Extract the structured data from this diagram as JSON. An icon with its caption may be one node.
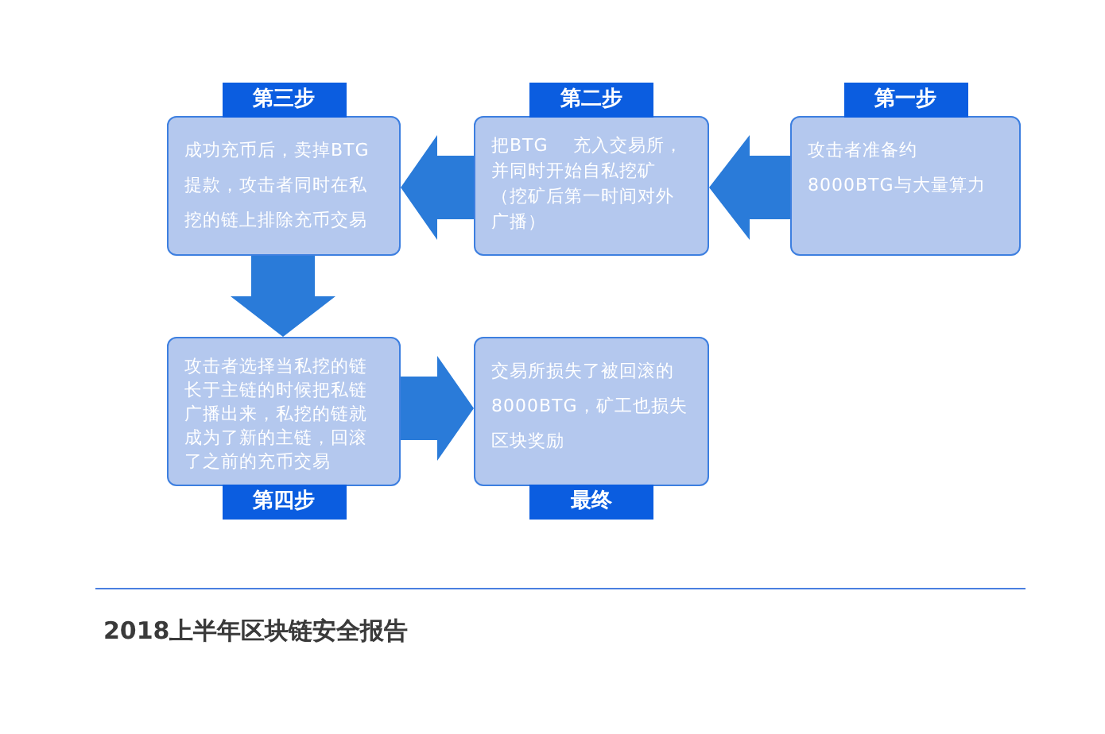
{
  "diagram": {
    "nodes": [
      {
        "text": [
          "第三步",
          "成功充币后，卖掉BTG提款，攻击者同时在私挖的链上排除充币交易"
        ]
      },
      {
        "text": [
          "第二步",
          "把BTG　 充入交易所，并同时开始自私挖矿（挖矿后第一时间对外广播）"
        ]
      },
      {
        "text": [
          "第一步",
          "攻击者准备约8000BTG与大量算力"
        ]
      },
      {
        "text": [
          "攻击者选择当私挖的链长于主链的时候把私链广播出来，私挖的链就成为了新的主链，回滚了之前的充币交易",
          "第四步"
        ]
      },
      {
        "text": [
          "交易所损失了被回滚的8000BTG，矿工也损失区块奖励",
          "最终"
        ]
      }
    ],
    "edges": [
      {
        "from": 2,
        "to": 1,
        "arrow": "to"
      },
      {
        "from": 1,
        "to": 0,
        "arrow": "to"
      },
      {
        "from": 0,
        "to": 3,
        "arrow": "to"
      },
      {
        "from": 3,
        "to": 4,
        "arrow": "to"
      }
    ],
    "labels": [
      "2018上半年区块链安全报告"
    ]
  }
}
